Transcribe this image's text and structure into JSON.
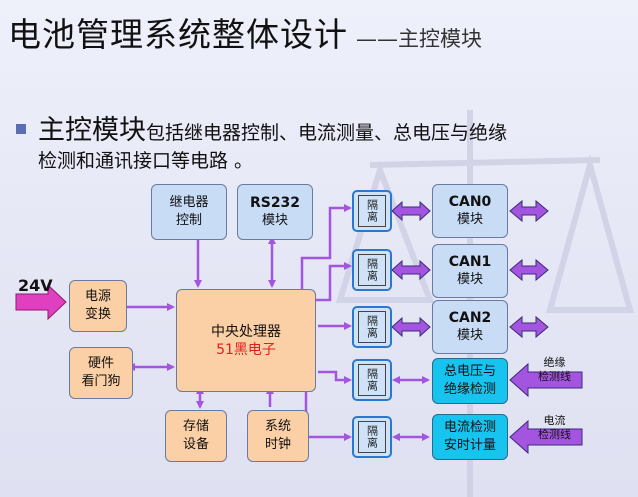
{
  "header": {
    "title": "电池管理系统整体设计",
    "dash": "——",
    "subtitle": "主控模块"
  },
  "bullet": {
    "lead": "主控模块",
    "line1_rest": "包括继电器控制、电流测量、总电压与绝缘",
    "line2": "检测和通讯接口等电路 。"
  },
  "diagram": {
    "input_label": "24V",
    "relay": [
      "继电器",
      "控制"
    ],
    "rs232": [
      "RS232",
      "模块"
    ],
    "power": [
      "电源",
      "变换"
    ],
    "watchdog": [
      "硬件",
      "看门狗"
    ],
    "cpu": "中央处理器",
    "cpu_brand": "51黑电子",
    "storage": [
      "存储",
      "设备"
    ],
    "clock": [
      "系统",
      "时钟"
    ],
    "isolation": "隔离",
    "can0": [
      "CAN0",
      "模块"
    ],
    "can1": [
      "CAN1",
      "模块"
    ],
    "can2": [
      "CAN2",
      "模块"
    ],
    "voltage": [
      "总电压与",
      "绝缘检测"
    ],
    "current": [
      "电流检测",
      "安时计量"
    ],
    "insulation_line": [
      "绝缘",
      "检测线"
    ],
    "current_line": [
      "电流",
      "检测线"
    ]
  },
  "colors": {
    "arrow_purple": "#a455e0",
    "box_blue": "#c8dcf6",
    "box_orange": "#fbd0a6",
    "box_cyan": "#16c4ef",
    "iso_border": "#2a78d0"
  }
}
